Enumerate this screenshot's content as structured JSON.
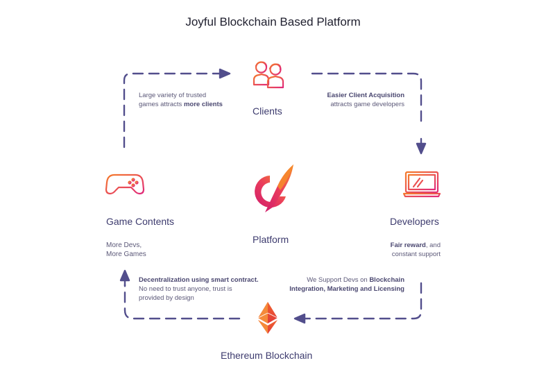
{
  "title": "Joyful Blockchain Based Platform",
  "nodes": {
    "clients": "Clients",
    "developers": "Developers",
    "game_contents": "Game Contents",
    "platform": "Platform",
    "ethereum": "Ethereum Blockchain"
  },
  "notes": {
    "games_to_clients": {
      "line1": "Large variety of trusted",
      "line2_a": "games attracts ",
      "line2_b": "more clients"
    },
    "clients_to_devs": {
      "line1": "Easier Client Acquisition",
      "line2": "attracts game developers"
    },
    "devs_reward": {
      "line1_b": "Fair reward",
      "line1_a": ", and",
      "line2": "constant support"
    },
    "devs_support": {
      "line1_a": "We Support Devs on ",
      "line1_b": "Blockchain",
      "line2": "Integration, Marketing and Licensing"
    },
    "decentralization": {
      "line1": "Decentralization using smart contract.",
      "line2": "No need to trust anyone, trust is",
      "line3": "provided by design"
    },
    "more_games": {
      "line1": "More Devs,",
      "line2": "More Games"
    }
  },
  "icons": {
    "clients": "users-icon",
    "developers": "laptop-icon",
    "game_contents": "gamepad-icon",
    "platform": "platform-logo-icon",
    "ethereum": "ethereum-icon"
  },
  "colors": {
    "accent_orange": "#f26a2e",
    "accent_magenta": "#e0297a",
    "flow_line": "#524e8c"
  }
}
